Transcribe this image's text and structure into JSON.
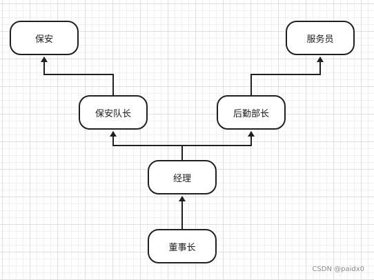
{
  "diagram": {
    "nodes": {
      "guard": "保安",
      "waiter": "服务员",
      "guard_captain": "保安队长",
      "logistics_head": "后勤部长",
      "manager": "经理",
      "chairman": "董事长"
    },
    "edges": [
      {
        "from": "chairman",
        "to": "manager"
      },
      {
        "from": "manager",
        "to": "guard_captain"
      },
      {
        "from": "manager",
        "to": "logistics_head"
      },
      {
        "from": "guard_captain",
        "to": "guard"
      },
      {
        "from": "logistics_head",
        "to": "waiter"
      }
    ],
    "colors": {
      "stroke": "#1f1f1f",
      "node_fill": "#ffffff"
    }
  },
  "watermark": "CSDN @paidx0"
}
